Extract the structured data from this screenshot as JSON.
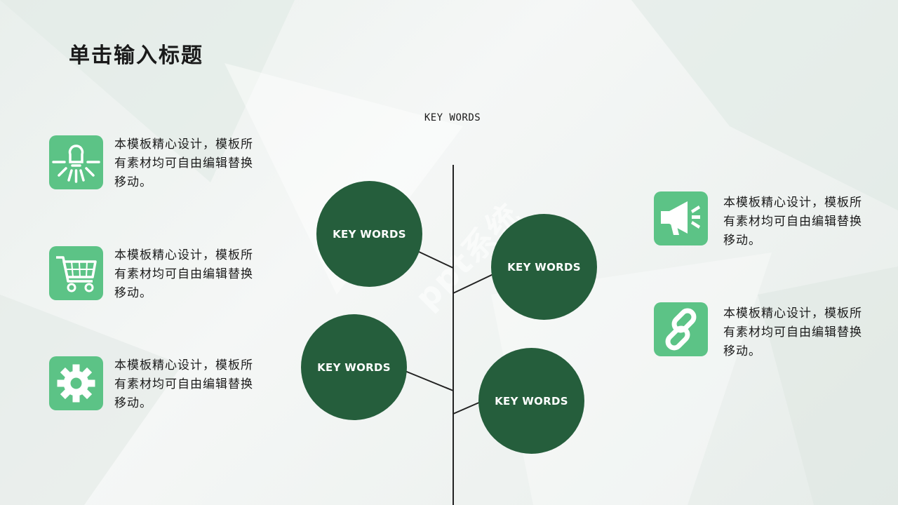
{
  "slide": {
    "title": "单击输入标题",
    "center_label": "KEY WORDS",
    "left_items": [
      {
        "icon": "lightbulb-icon",
        "text": "本模板精心设计，模板所有素材均可自由编辑替换移动。"
      },
      {
        "icon": "shopping-cart-icon",
        "text": "本模板精心设计，模板所有素材均可自由编辑替换移动。"
      },
      {
        "icon": "gear-icon",
        "text": "本模板精心设计，模板所有素材均可自由编辑替换移动。"
      }
    ],
    "right_items": [
      {
        "icon": "megaphone-icon",
        "text": "本模板精心设计，模板所有素材均可自由编辑替换移动。"
      },
      {
        "icon": "link-icon",
        "text": "本模板精心设计，模板所有素材均可自由编辑替换移动。"
      }
    ],
    "circles": [
      {
        "label": "KEY WORDS"
      },
      {
        "label": "KEY WORDS"
      },
      {
        "label": "KEY WORDS"
      },
      {
        "label": "KEY WORDS"
      }
    ],
    "watermark": "ppt系统"
  },
  "colors": {
    "accent_green": "#5cc386",
    "dark_green": "#255e3c",
    "trunk_line": "#222222"
  }
}
